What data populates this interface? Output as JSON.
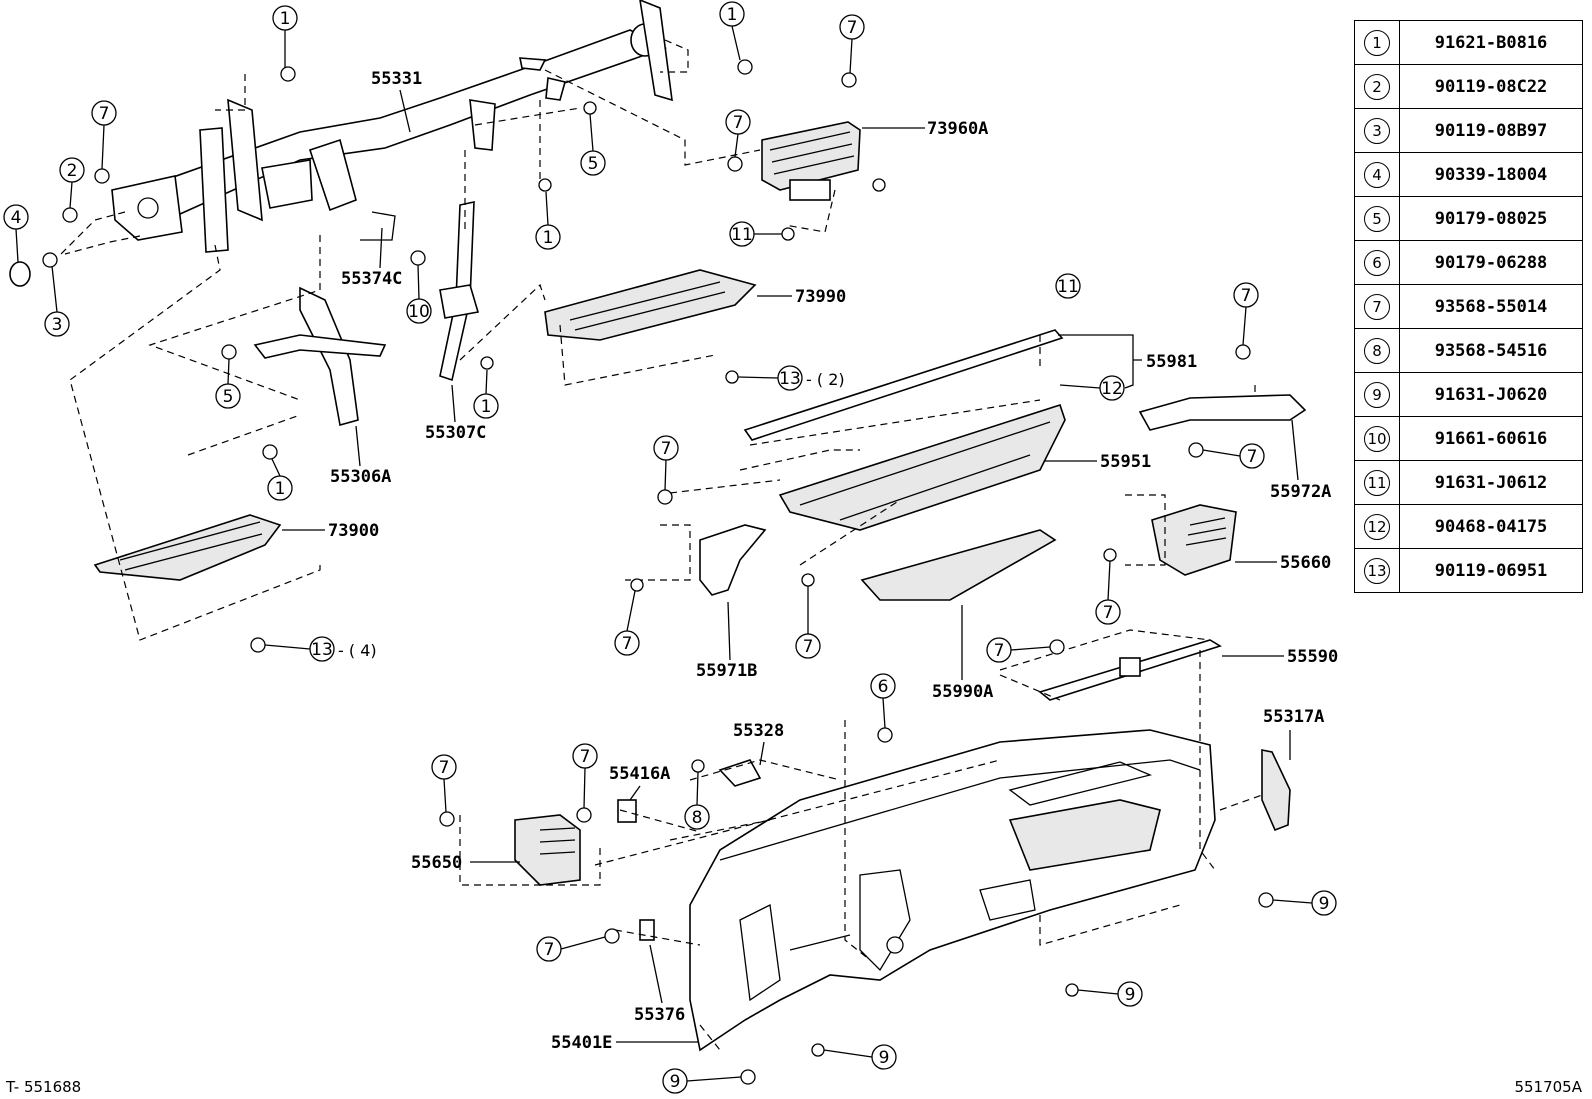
{
  "part_labels": {
    "p55331": "55331",
    "p73960A": "73960A",
    "p55374C": "55374C",
    "p73990": "73990",
    "p55307C": "55307C",
    "p55306A": "55306A",
    "p73900": "73900",
    "p55981": "55981",
    "p55951": "55951",
    "p55972A": "55972A",
    "p55660": "55660",
    "p55971B": "55971B",
    "p55990A": "55990A",
    "p55590": "55590",
    "p55317A": "55317A",
    "p55328": "55328",
    "p55416A": "55416A",
    "p55650": "55650",
    "p55376": "55376",
    "p55401E": "55401E"
  },
  "quantities": {
    "q2": "- ( 2)",
    "q4": "- ( 4)"
  },
  "legend": [
    {
      "index": "1",
      "code": "91621-B0816"
    },
    {
      "index": "2",
      "code": "90119-08C22"
    },
    {
      "index": "3",
      "code": "90119-08B97"
    },
    {
      "index": "4",
      "code": "90339-18004"
    },
    {
      "index": "5",
      "code": "90179-08025"
    },
    {
      "index": "6",
      "code": "90179-06288"
    },
    {
      "index": "7",
      "code": "93568-55014"
    },
    {
      "index": "8",
      "code": "93568-54516"
    },
    {
      "index": "9",
      "code": "91631-J0620"
    },
    {
      "index": "10",
      "code": "91661-60616"
    },
    {
      "index": "11",
      "code": "91631-J0612"
    },
    {
      "index": "12",
      "code": "90468-04175"
    },
    {
      "index": "13",
      "code": "90119-06951"
    }
  ],
  "footer": {
    "left_id": "T- 551688",
    "right_id": "551705A"
  }
}
